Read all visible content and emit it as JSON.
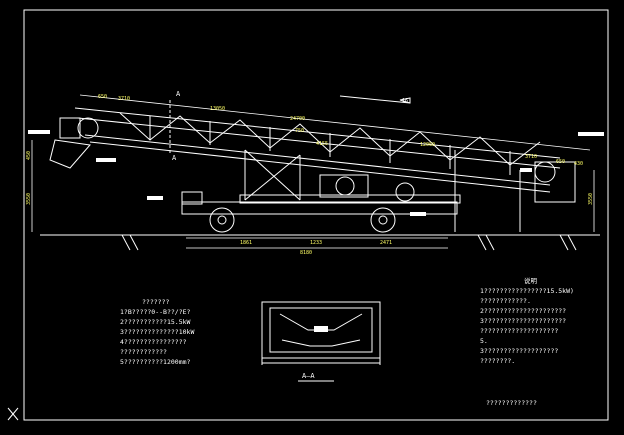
{
  "drawing": {
    "section_mark_top": "A",
    "section_mark_left": "A",
    "section_title": "A—A",
    "dims_top": [
      "650",
      "3710",
      "13050",
      "24700",
      "12060",
      "3710",
      "650",
      "430"
    ],
    "dims_height_left": [
      "450",
      "3550"
    ],
    "dims_height_right": [
      "3550"
    ],
    "dims_mid": [
      "750",
      "4155"
    ],
    "dims_bottom": [
      "1861",
      "1233",
      "2471"
    ],
    "dims_bottom_total": "8180",
    "slope_label": "16"
  },
  "notes_left": {
    "title": "???????",
    "lines": [
      "1?B?????0--B??/?E?",
      "2???????????15.5kW",
      "3??????????????10kW",
      "4????????????????",
      "????????????",
      "5??????????1200mm?"
    ]
  },
  "notes_right": {
    "title": "说明",
    "lines": [
      "1????????????????15.5kW)",
      "????????????.",
      "2?????????????????????",
      "3?????????????????????",
      "????????????????????",
      "5.",
      "3???????????????????",
      "????????."
    ],
    "footer": "?????????????"
  },
  "colors": {
    "line": "#ffffff",
    "accent": "#ffff66",
    "bg": "#000000"
  }
}
